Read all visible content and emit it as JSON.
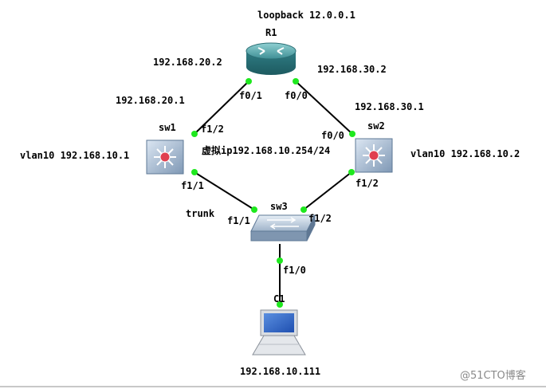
{
  "diagram": {
    "router": {
      "name": "R1",
      "loopback": "loopback 12.0.0.1"
    },
    "sw1": {
      "name": "sw1",
      "vlan": "vlan10 192.168.10.1"
    },
    "sw2": {
      "name": "sw2",
      "vlan": "vlan10 192.168.10.2"
    },
    "sw3": {
      "name": "sw3"
    },
    "pc": {
      "name": "C1",
      "ip": "192.168.10.111"
    },
    "vip": "虚拟ip192.168.10.254/24",
    "trunk": "trunk",
    "links": {
      "r1_sw1": {
        "ip_router": "192.168.20.2",
        "ip_switch": "192.168.20.1",
        "if_router": "f0/1",
        "if_switch": "f1/2"
      },
      "r1_sw2": {
        "ip_router": "192.168.30.2",
        "ip_switch": "192.168.30.1",
        "if_router": "f0/0",
        "if_switch": "f0/0"
      },
      "sw1_sw3": {
        "if_sw1": "f1/1",
        "if_sw3": "f1/1"
      },
      "sw2_sw3": {
        "if_sw2": "f1/2",
        "if_sw3": "f1/2"
      },
      "sw3_pc": {
        "if_sw3": "f1/0"
      }
    },
    "watermark": "@51CTO博客",
    "colors": {
      "link": "#000000",
      "port_dot": "#1ee81e",
      "router": "#3f8f95",
      "switch": "#9fb6d0",
      "switch_core": "#e04050"
    }
  }
}
